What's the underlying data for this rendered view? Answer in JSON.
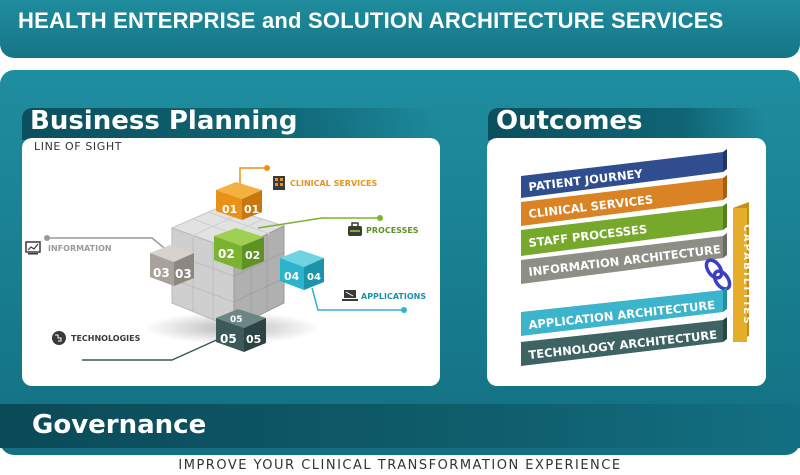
{
  "banner": {
    "title": "HEALTH ENTERPRISE and SOLUTION ARCHITECTURE SERVICES"
  },
  "business_planning": {
    "title": "Business Planning",
    "subtitle": "LINE OF SIGHT",
    "labels": {
      "clinical_services": "CLINICAL SERVICES",
      "processes": "PROCESSES",
      "information": "INFORMATION",
      "applications": "APPLICATIONS",
      "technologies": "TECHNOLOGIES"
    },
    "cube_numbers": {
      "c01": "01",
      "c02": "02",
      "c03": "03",
      "c04": "04",
      "c05": "05"
    },
    "colors": {
      "clinical_services": "#e8921a",
      "processes": "#7ab32f",
      "information": "#9a9a9a",
      "applications": "#2bb4cc",
      "technologies": "#3d5a5a"
    }
  },
  "outcomes": {
    "title": "Outcomes",
    "layers": [
      {
        "label": "PATIENT JOURNEY",
        "color": "#2f4d8f"
      },
      {
        "label": "CLINICAL SERVICES",
        "color": "#d98324"
      },
      {
        "label": "STAFF PROCESSES",
        "color": "#76a82c"
      },
      {
        "label": "INFORMATION ARCHITECTURE",
        "color": "#8e8e86"
      },
      {
        "label": "APPLICATION ARCHITECTURE",
        "color": "#3bb4cc"
      },
      {
        "label": "TECHNOLOGY ARCHITECTURE",
        "color": "#3f6363"
      }
    ],
    "capabilities_label": "CAPABILITIES",
    "capabilities_color": "#e5ad2a",
    "link_icon_color": "#3b3fc4"
  },
  "governance": {
    "title": "Governance"
  },
  "footer": {
    "text": "IMPROVE YOUR CLINICAL TRANSFORMATION EXPERIENCE"
  }
}
